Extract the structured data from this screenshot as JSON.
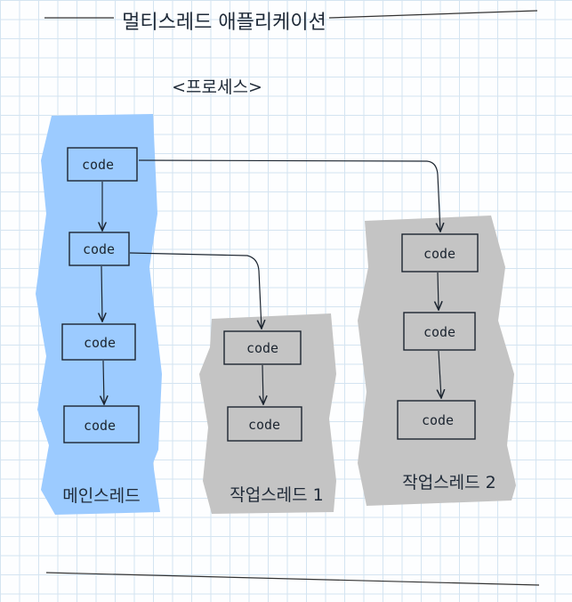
{
  "title": "멀티스레드 애플리케이션",
  "subtitle": "<프로세스>",
  "colors": {
    "main_thread_fill": "#9ccbff",
    "worker_thread_fill": "#c4c4c4",
    "ink": "#1c2530",
    "grid": "#d4e4f1"
  },
  "threads": [
    {
      "id": "main",
      "label": "메인스레드",
      "boxes": [
        "code",
        "code",
        "code",
        "code"
      ]
    },
    {
      "id": "worker1",
      "label": "작업스레드 1",
      "boxes": [
        "code",
        "code"
      ]
    },
    {
      "id": "worker2",
      "label": "작업스레드 2",
      "boxes": [
        "code",
        "code",
        "code"
      ]
    }
  ]
}
